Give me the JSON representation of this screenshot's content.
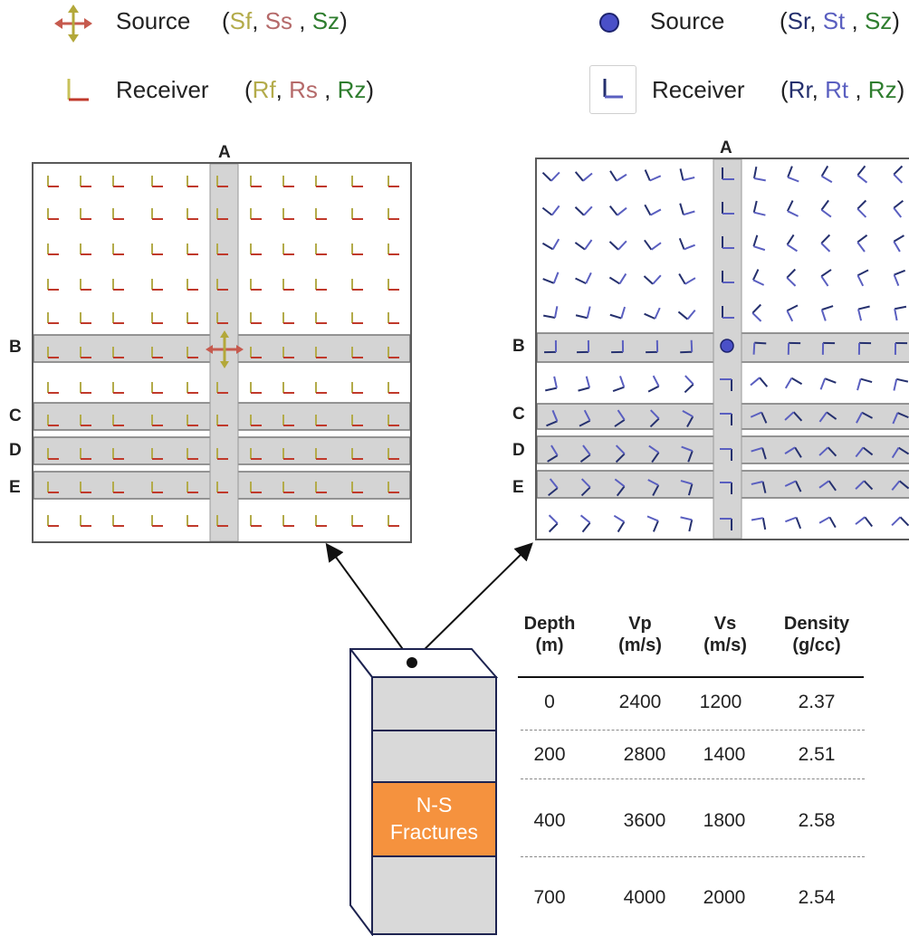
{
  "legend_left": {
    "source": {
      "icon": "four-way-arrow-icon",
      "label": "Source",
      "open": "(",
      "c1": "Sf",
      "sep1": ", ",
      "c2": "Ss",
      "sep2": " , ",
      "c3": "Sz",
      "close": ")"
    },
    "receiver": {
      "icon": "receiver-l-icon",
      "label": "Receiver",
      "open": "(",
      "c1": "Rf",
      "sep1": ", ",
      "c2": "Rs",
      "sep2": " , ",
      "c3": "Rz",
      "close": ")"
    }
  },
  "legend_right": {
    "source": {
      "icon": "filled-circle-icon",
      "label": "Source",
      "open": "(",
      "c1": "Sr",
      "sep1": ", ",
      "c2": "St",
      "sep2": " , ",
      "c3": "Sz",
      "close": ")"
    },
    "receiver": {
      "icon": "receiver-l-icon",
      "label": "Receiver",
      "open": "(",
      "c1": "Rr",
      "sep1": ", ",
      "c2": "Rt",
      "sep2": " , ",
      "c3": "Rz",
      "close": ")"
    }
  },
  "panel_left": {
    "top_label": "A",
    "row_labels": [
      "B",
      "C",
      "D",
      "E"
    ]
  },
  "panel_right": {
    "top_label": "A",
    "row_labels": [
      "B",
      "C",
      "D",
      "E"
    ]
  },
  "model": {
    "fracture_label_line1": "N-S",
    "fracture_label_line2": "Fractures"
  },
  "table": {
    "headers": [
      {
        "line1": "Depth",
        "line2": "(m)"
      },
      {
        "line1": "Vp",
        "line2": "(m/s)"
      },
      {
        "line1": "Vs",
        "line2": "(m/s)"
      },
      {
        "line1": "Density",
        "line2": "(g/cc)"
      }
    ],
    "rows": [
      [
        "0",
        "2400",
        "1200",
        "2.37"
      ],
      [
        "200",
        "2800",
        "1400",
        "2.51"
      ],
      [
        "400",
        "3600",
        "1800",
        "2.58"
      ],
      [
        "700",
        "4000",
        "2000",
        "2.54"
      ]
    ]
  },
  "colors": {
    "field_gold": "#b3ab4a",
    "field_red": "#c0392b",
    "radial_navy": "#25306e",
    "radial_blue": "#5a5fc0",
    "fracture_orange": "#f5923e",
    "layer_gray": "#d9d9d9",
    "band_gray": "#d4d4d4"
  }
}
